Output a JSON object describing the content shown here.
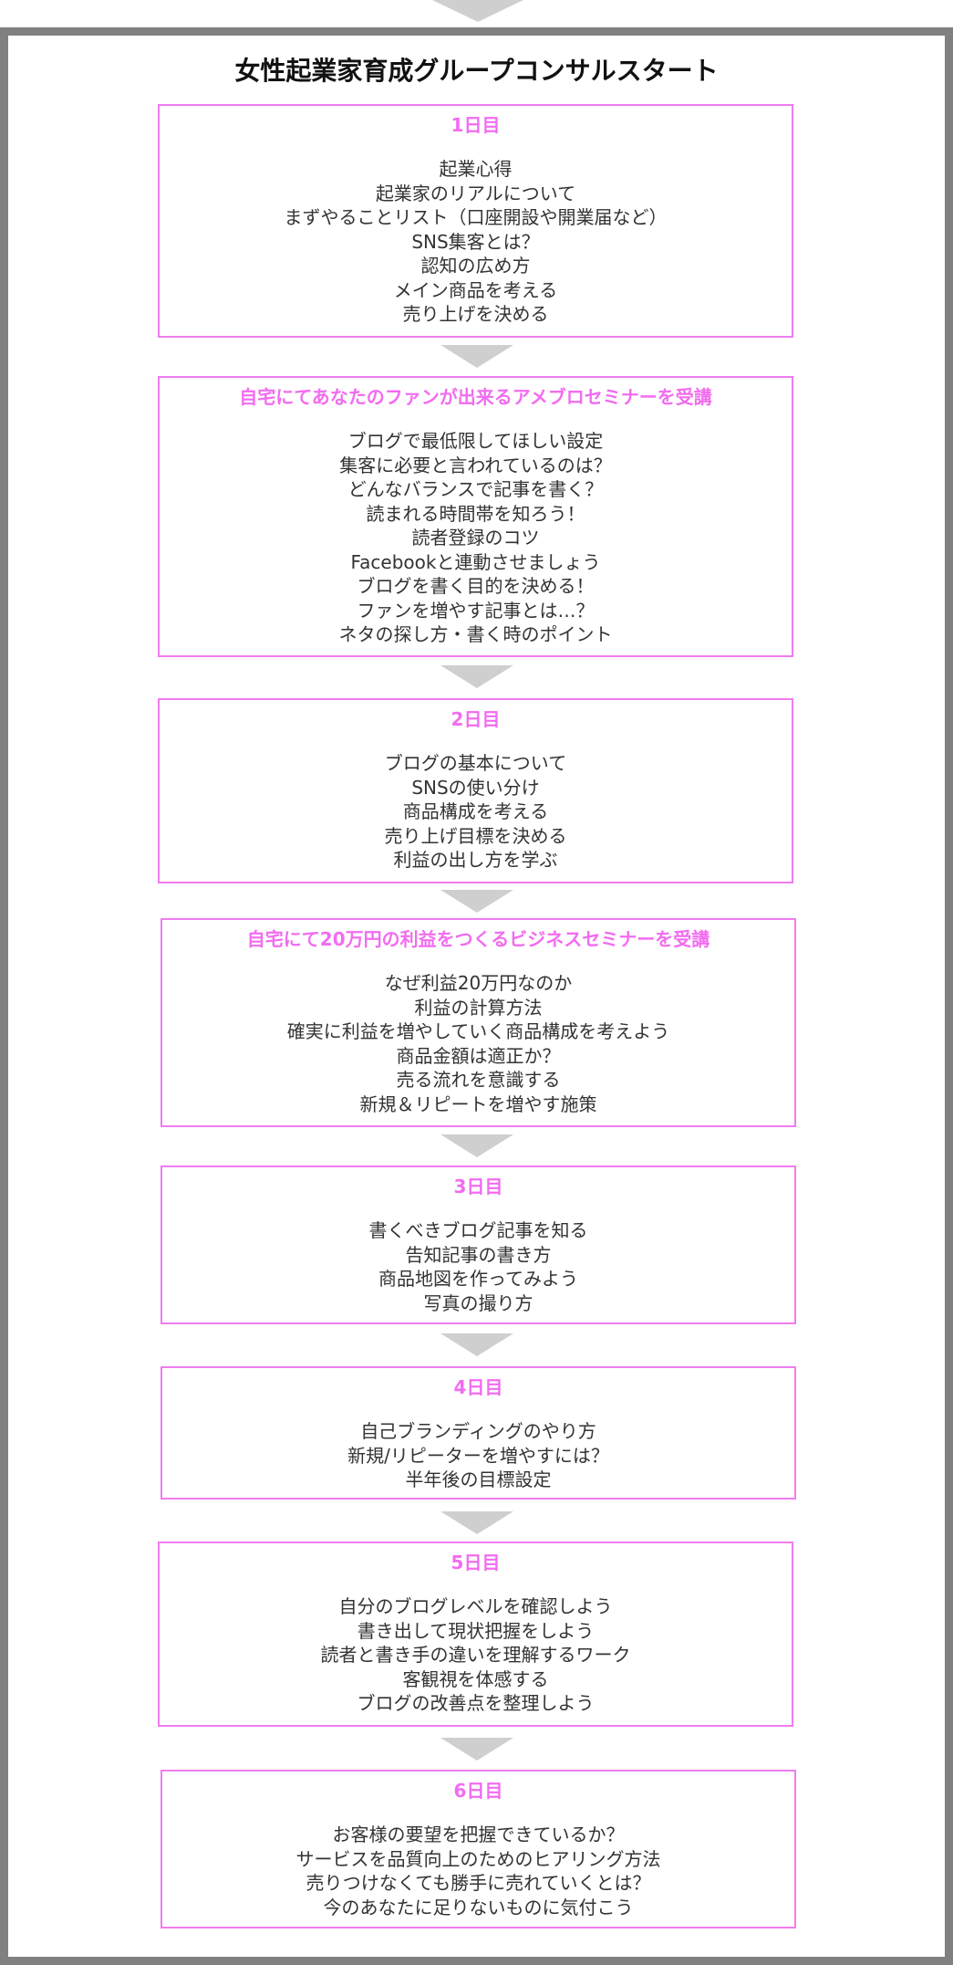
{
  "title": "女性起業家育成グループコンサルスタート",
  "steps": [
    {
      "title": "1日目",
      "items": [
        "起業心得",
        "起業家のリアルについて",
        "まずやることリスト（口座開設や開業届など）",
        "SNS集客とは？",
        "認知の広め方",
        "メイン商品を考える",
        "売り上げを決める"
      ]
    },
    {
      "title": "自宅にてあなたのファンが出来るアメブロセミナーを受講",
      "items": [
        "ブログで最低限してほしい設定",
        "集客に必要と言われているのは？",
        "どんなバランスで記事を書く？",
        "読まれる時間帯を知ろう！",
        "読者登録のコツ",
        "Facebookと連動させましょう",
        "ブログを書く目的を決める！",
        "ファンを増やす記事とは…？",
        "ネタの探し方・書く時のポイント"
      ]
    },
    {
      "title": "2日目",
      "items": [
        "ブログの基本について",
        "SNSの使い分け",
        "商品構成を考える",
        "売り上げ目標を決める",
        "利益の出し方を学ぶ"
      ]
    },
    {
      "title": "自宅にて20万円の利益をつくるビジネスセミナーを受講",
      "items": [
        "なぜ利益20万円なのか",
        "利益の計算方法",
        "確実に利益を増やしていく商品構成を考えよう",
        "商品金額は適正か？",
        "売る流れを意識する",
        "新規＆リピートを増やす施策"
      ]
    },
    {
      "title": "3日目",
      "items": [
        "書くべきブログ記事を知る",
        "告知記事の書き方",
        "商品地図を作ってみよう",
        "写真の撮り方"
      ]
    },
    {
      "title": "4日目",
      "items": [
        "自己ブランディングのやり方",
        "新規/リピーターを増やすには？",
        "半年後の目標設定"
      ]
    },
    {
      "title": "5日目",
      "items": [
        "自分のブログレベルを確認しよう",
        "書き出して現状把握をしよう",
        "読者と書き手の違いを理解するワーク",
        "客観視を体感する",
        "ブログの改善点を整理しよう"
      ]
    },
    {
      "title": "6日目",
      "items": [
        "お客様の要望を把握できているか？",
        "サービスを品質向上のためのヒアリング方法",
        "売りつけなくても勝手に売れていくとは？",
        "今のあなたに足りないものに気付こう"
      ]
    }
  ],
  "colors": {
    "accent": "#f26cf0",
    "border": "#f07cf0",
    "frame": "#808080",
    "arrow": "#cfcfcf",
    "text": "#333333"
  }
}
